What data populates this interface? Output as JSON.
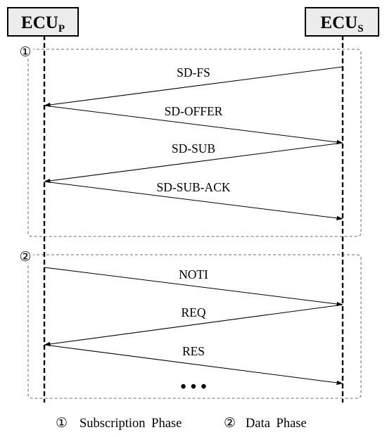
{
  "participants": {
    "left": {
      "base": "ECU",
      "sub": "P"
    },
    "right": {
      "base": "ECU",
      "sub": "S"
    }
  },
  "phases": [
    {
      "marker": "①",
      "caption": "Subscription Phase"
    },
    {
      "marker": "②",
      "caption": "Data Phase"
    }
  ],
  "messages": [
    {
      "label": "SD-FS",
      "from": "right",
      "to": "left",
      "phase": 1
    },
    {
      "label": "SD-OFFER",
      "from": "left",
      "to": "right",
      "phase": 1
    },
    {
      "label": "SD-SUB",
      "from": "right",
      "to": "left",
      "phase": 1
    },
    {
      "label": "SD-SUB-ACK",
      "from": "left",
      "to": "right",
      "phase": 1
    },
    {
      "label": "NOTI",
      "from": "left",
      "to": "right",
      "phase": 2
    },
    {
      "label": "REQ",
      "from": "right",
      "to": "left",
      "phase": 2
    },
    {
      "label": "RES",
      "from": "left",
      "to": "right",
      "phase": 2
    }
  ],
  "continuation": "• • •",
  "colors": {
    "participant_fill": "#ececec",
    "line": "#000000",
    "phase_border": "#8a8a8a"
  }
}
